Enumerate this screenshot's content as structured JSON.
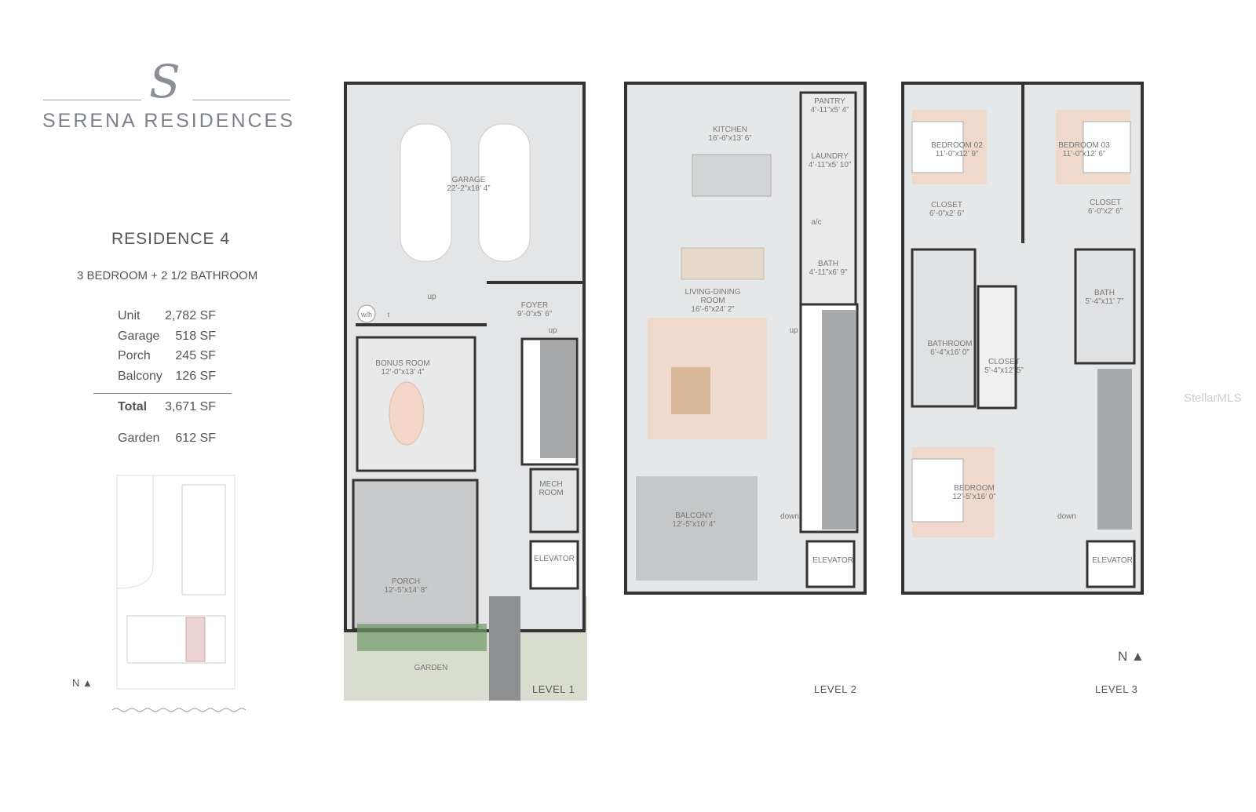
{
  "brand": {
    "monogram": "S",
    "name": "SERENA RESIDENCES"
  },
  "residence": {
    "title": "RESIDENCE 4",
    "subtitle": "3 BEDROOM + 2 1/2 BATHROOM",
    "areas": [
      {
        "label": "Unit",
        "value": "2,782 SF"
      },
      {
        "label": "Garage",
        "value": "518 SF"
      },
      {
        "label": "Porch",
        "value": "245 SF"
      },
      {
        "label": "Balcony",
        "value": "126 SF"
      }
    ],
    "total": {
      "label": "Total",
      "value": "3,671 SF"
    },
    "garden": {
      "label": "Garden",
      "value": "612 SF"
    }
  },
  "site_north": "N ▲",
  "levels": {
    "level1": {
      "label": "LEVEL 1",
      "rooms": {
        "garage": {
          "name": "GARAGE",
          "dims": "22’-2”x18’ 4”"
        },
        "foyer": {
          "name": "FOYER",
          "dims": "9’-0”x5’ 6”"
        },
        "bonus": {
          "name": "BONUS ROOM",
          "dims": "12’-0”x13’ 4”"
        },
        "mech": {
          "name": "MECH ROOM"
        },
        "porch": {
          "name": "PORCH",
          "dims": "12’-5”x14’ 8”"
        },
        "elevator": {
          "name": "ELEVATOR"
        },
        "garden": {
          "name": "GARDEN"
        }
      },
      "marks": {
        "up1": "up",
        "up2": "up",
        "wh": "w/h",
        "t": "t"
      }
    },
    "level2": {
      "label": "LEVEL 2",
      "rooms": {
        "kitchen": {
          "name": "KITCHEN",
          "dims": "16’-6”x13’ 6”"
        },
        "pantry": {
          "name": "PANTRY",
          "dims": "4’-11”x5’ 4”"
        },
        "laundry": {
          "name": "LAUNDRY",
          "dims": "4’-11”x5’ 10”"
        },
        "bath": {
          "name": "BATH",
          "dims": "4’-11”x6’ 9”"
        },
        "living": {
          "name": "LIVING-DINING ROOM",
          "dims": "16’-6”x24’ 2”"
        },
        "balcony": {
          "name": "BALCONY",
          "dims": "12’-5”x10’ 4”"
        },
        "elevator": {
          "name": "ELEVATOR"
        }
      },
      "marks": {
        "ac": "a/c",
        "up": "up",
        "down": "down"
      }
    },
    "level3": {
      "label": "LEVEL 3",
      "rooms": {
        "bed2": {
          "name": "BEDROOM 02",
          "dims": "11’-0”x12’ 9”"
        },
        "bed3": {
          "name": "BEDROOM 03",
          "dims": "11’-0”x12’ 6”"
        },
        "closet1": {
          "name": "CLOSET",
          "dims": "6’-0”x2’ 6”"
        },
        "closet2": {
          "name": "CLOSET",
          "dims": "6’-0”x2’ 6”"
        },
        "bathroom": {
          "name": "BATHROOM",
          "dims": "6’-4”x16’ 0”"
        },
        "closet3": {
          "name": "CLOSET",
          "dims": "5’-4”x12’ 5”"
        },
        "bath": {
          "name": "BATH",
          "dims": "5’-4”x11’ 7”"
        },
        "bedroom": {
          "name": "BEDROOM",
          "dims": "12’-5”x16’ 0”"
        },
        "elevator": {
          "name": "ELEVATOR"
        }
      },
      "marks": {
        "down": "down"
      }
    }
  },
  "plan_north": "N ▲",
  "watermark": "StellarMLS",
  "colors": {
    "floor": "#e4e5e6",
    "wall": "#333333",
    "porch": "#c9cacb",
    "garden": "#d9ddd0",
    "rug": "#eed9cc",
    "bedding": "#c6e0ea"
  }
}
